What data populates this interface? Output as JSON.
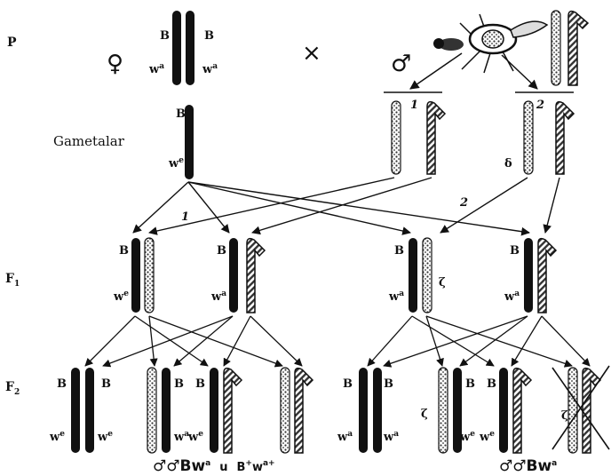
{
  "generations": {
    "p": "P",
    "f1": "F",
    "f1_sub": "1",
    "f2": "F",
    "f2_sub": "2"
  },
  "gametes_label": "Gametalar",
  "symbols": {
    "female": "♀",
    "male": "♂",
    "cross": "×"
  },
  "alleles": {
    "B": "B",
    "wa": "w",
    "wa_sup": "a",
    "wa_sup_alt": "e"
  },
  "gamete_numbers": {
    "one": "1",
    "two": "2"
  },
  "captions": {
    "left_males": "♂♂Bw",
    "left_males_sup": "a",
    "left_and": "u",
    "left_plus": "B",
    "left_plus_sup1": "+",
    "left_plus_w": "w",
    "left_plus_sup2": "a+",
    "right_males": "♂♂Bw",
    "right_males_sup": "a"
  },
  "colors": {
    "ink": "#111111",
    "hatch": "#555555",
    "paper": "#ffffff"
  }
}
